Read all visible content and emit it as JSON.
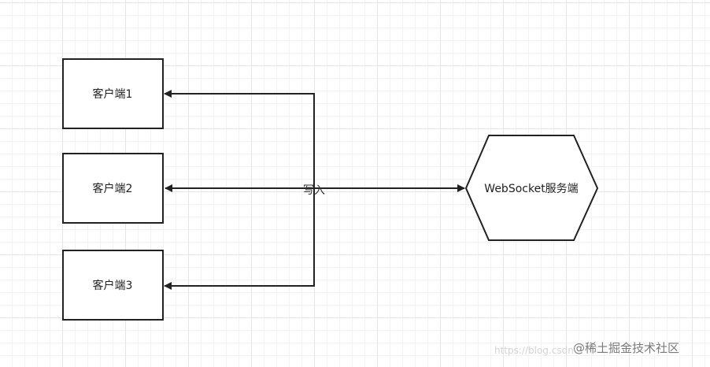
{
  "diagram": {
    "nodes": {
      "client1": "客户端1",
      "client2": "客户端2",
      "client3": "客户端3",
      "server": "WebSocket服务端"
    },
    "edge_label": "写入"
  },
  "watermark": {
    "faint": "https://blog.csdn",
    "text": "@稀土掘金技术社区"
  }
}
